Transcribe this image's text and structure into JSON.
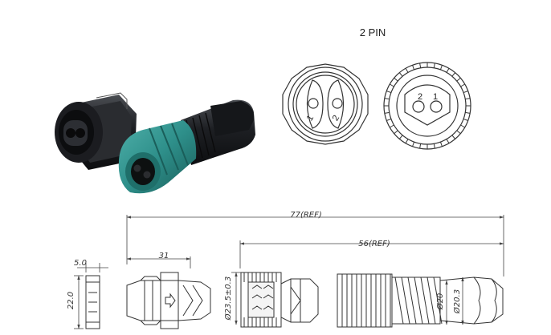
{
  "title": "2 PIN",
  "front_view": {
    "pin_labels": [
      "1",
      "2"
    ]
  },
  "rear_view": {
    "pin_labels": [
      "2",
      "1"
    ]
  },
  "dimensions": {
    "overall_length": "77(REF)",
    "plug_length": "56(REF)",
    "socket_length": "31",
    "flange_thickness": "5.0",
    "flange_height": "22.0",
    "coupling_diameter": "Ø23.5±0.3",
    "nut_diameter": "Ø20",
    "cable_diameter": "Ø20.3"
  },
  "colors": {
    "connector_body": "#1c1e22",
    "coupling_ring": "#2e8f8a",
    "line": "#333333"
  }
}
